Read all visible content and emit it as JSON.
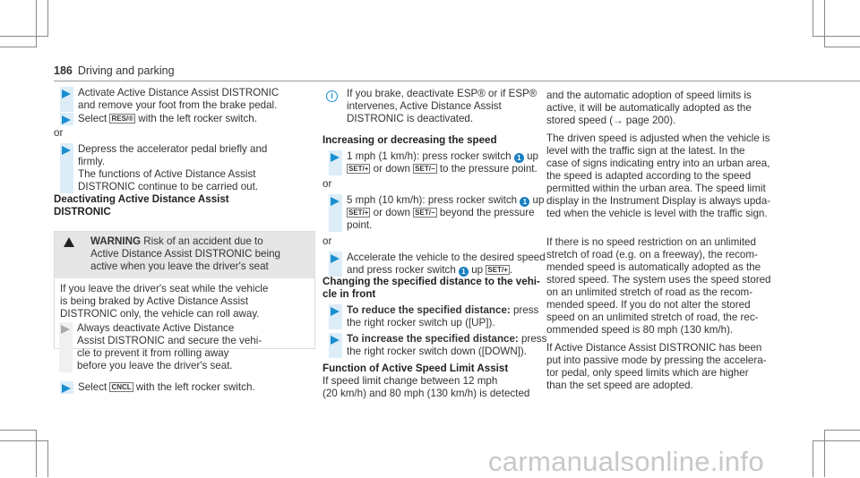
{
  "header": {
    "page_number": "186",
    "section": "Driving and parking"
  },
  "left": {
    "steps1": [
      {
        "lines": [
          "Activate Active Distance Assist DISTRONIC",
          "and remove your foot from the brake pedal."
        ]
      },
      {
        "lines": [
          "Select [RES] with the left rocker switch."
        ]
      }
    ],
    "or1": "or",
    "steps2": [
      {
        "lines": [
          "Depress the accelerator pedal briefly and",
          "firmly.",
          "The functions of Active Distance Assist",
          "DISTRONIC continue to be carried out."
        ]
      }
    ],
    "heading": [
      "Deactivating Active Distance Assist",
      "DISTRONIC"
    ],
    "warning": {
      "label": "WARNING",
      "title_lines": [
        "Risk of an accident due to",
        "Active Distance Assist DISTRONIC being",
        "active when you leave the driver's seat"
      ],
      "body_lines": [
        "If you leave the driver's seat while the vehicle",
        "is being braked by Active Distance Assist",
        "DISTRONIC only, the vehicle can roll away."
      ],
      "step_lines": [
        "Always deactivate Active Distance",
        "Assist DISTRONIC and secure the vehi-",
        "cle to prevent it from rolling away",
        "before you leave the driver's seat."
      ]
    },
    "final_step": [
      "Select [CNCL] with the left rocker switch."
    ]
  },
  "middle": {
    "info_lines": [
      "If you brake, deactivate ESP® or if ESP®",
      "intervenes, Active Distance Assist",
      "DISTRONIC is deactivated."
    ],
    "heading1": "Increasing or decreasing the speed",
    "step1": [
      "1 mph (1 km/h): press rocker switch (1) up",
      "[SET+] or down [SET-] to the pressure point."
    ],
    "or1": "or",
    "step2": [
      "5 mph (10 km/h): press rocker switch (1) up",
      "[SET+] or down [SET-] beyond the pressure",
      "point."
    ],
    "or2": "or",
    "step3": [
      "Accelerate the vehicle to the desired speed",
      "and press rocker switch (1) up [SET+]."
    ],
    "heading2": [
      "Changing the specified distance to the vehi-",
      "cle in front"
    ],
    "step4": [
      "**To reduce the specified distance:** press",
      "the right rocker switch up ([UP])."
    ],
    "step5": [
      "**To increase the specified distance:** press",
      "the right rocker switch down ([DOWN])."
    ],
    "heading3": "Function of Active Speed Limit Assist",
    "para": [
      "If speed limit change between 12 mph",
      "(20 km/h) and 80 mph (130 km/h) is detected"
    ]
  },
  "right": {
    "p1": [
      "and the automatic adoption of speed limits is",
      "active, it will be automatically adopted as the",
      "stored speed (→ page 200)."
    ],
    "p2": [
      "The driven speed is adjusted when the vehicle is",
      "level with the traffic sign at the latest. In the",
      "case of signs indicating entry into an urban area,",
      "the speed is adapted according to the speed",
      "permitted within the urban area. The speed limit",
      "display in the Instrument Display is always upda-",
      "ted when the vehicle is level with the traffic sign."
    ],
    "p3": [
      "If there is no speed restriction on an unlimited",
      "stretch of road (e.g. on a freeway), the recom-",
      "mended speed is automatically adopted as the",
      "stored speed. The system uses the speed stored",
      "on an unlimited stretch of road as the recom-",
      "mended speed. If you do not alter the stored",
      "speed on an unlimited stretch of road, the rec-",
      "ommended speed is 80 mph (130 km/h)."
    ],
    "p4": [
      "If Active Distance Assist DISTRONIC has been",
      "put into passive mode by pressing the accelera-",
      "tor pedal, only speed limits which are higher",
      "than the set speed are adopted."
    ]
  },
  "keys": {
    "RES": "RES/®",
    "SET+": "SET/+",
    "SET-": "SET/−",
    "CNCL": "CNCL",
    "num1": "1",
    "info": "i"
  },
  "watermark": "carmanualsonline.info"
}
